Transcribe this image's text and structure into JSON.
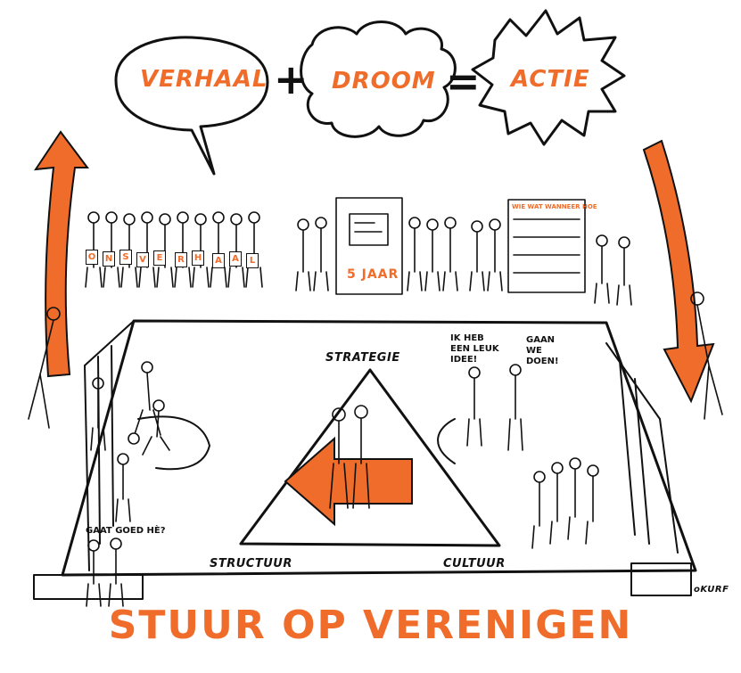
{
  "equation": {
    "term1": "VERHAAL",
    "plus": "+",
    "term2": "DROOM",
    "equals": "=",
    "term3": "ACTIE"
  },
  "banners": {
    "story_letters": [
      "O",
      "N",
      "S",
      "V",
      "E",
      "R",
      "H",
      "A",
      "A",
      "L"
    ],
    "poster_text": "5 JAAR",
    "board_header": "WIE WAT WANNEER HOE"
  },
  "triangle": {
    "top": "STRATEGIE",
    "left": "STRUCTUUR",
    "right": "CULTUUR"
  },
  "speech": {
    "idea": "IK HEB\nEEN LEUK\nIDEE!",
    "reply": "GAAN\nWE\nDOEN!",
    "handshake": "GAAT GOED HÈ?"
  },
  "signature": "oKURF",
  "title": "STUUR OP VERENIGEN",
  "colors": {
    "accent": "#ef6c2a",
    "ink": "#111111"
  }
}
